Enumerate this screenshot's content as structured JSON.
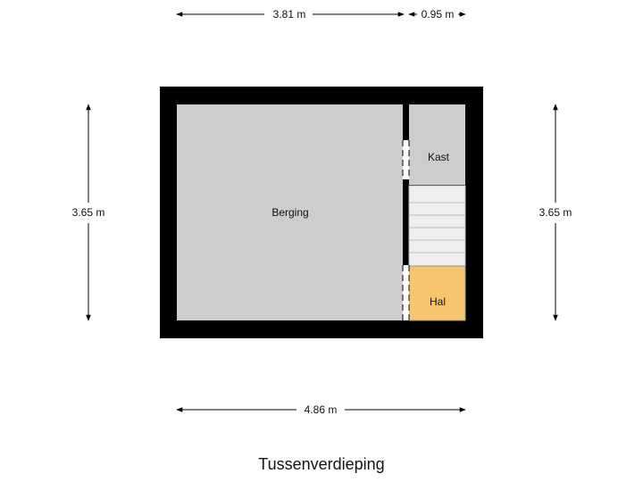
{
  "floor_name": "Tussenverdieping",
  "rooms": {
    "berging": "Berging",
    "kast": "Kast",
    "hal": "Hal"
  },
  "dimensions": {
    "top_left": "3.81 m",
    "top_right": "0.95 m",
    "left": "3.65 m",
    "right": "3.65 m",
    "bottom": "4.86 m"
  },
  "colors": {
    "wall": "#000000",
    "floor": "#cdcdcd",
    "hal_floor": "#f7c56e",
    "stairs": "#eeeeee"
  }
}
